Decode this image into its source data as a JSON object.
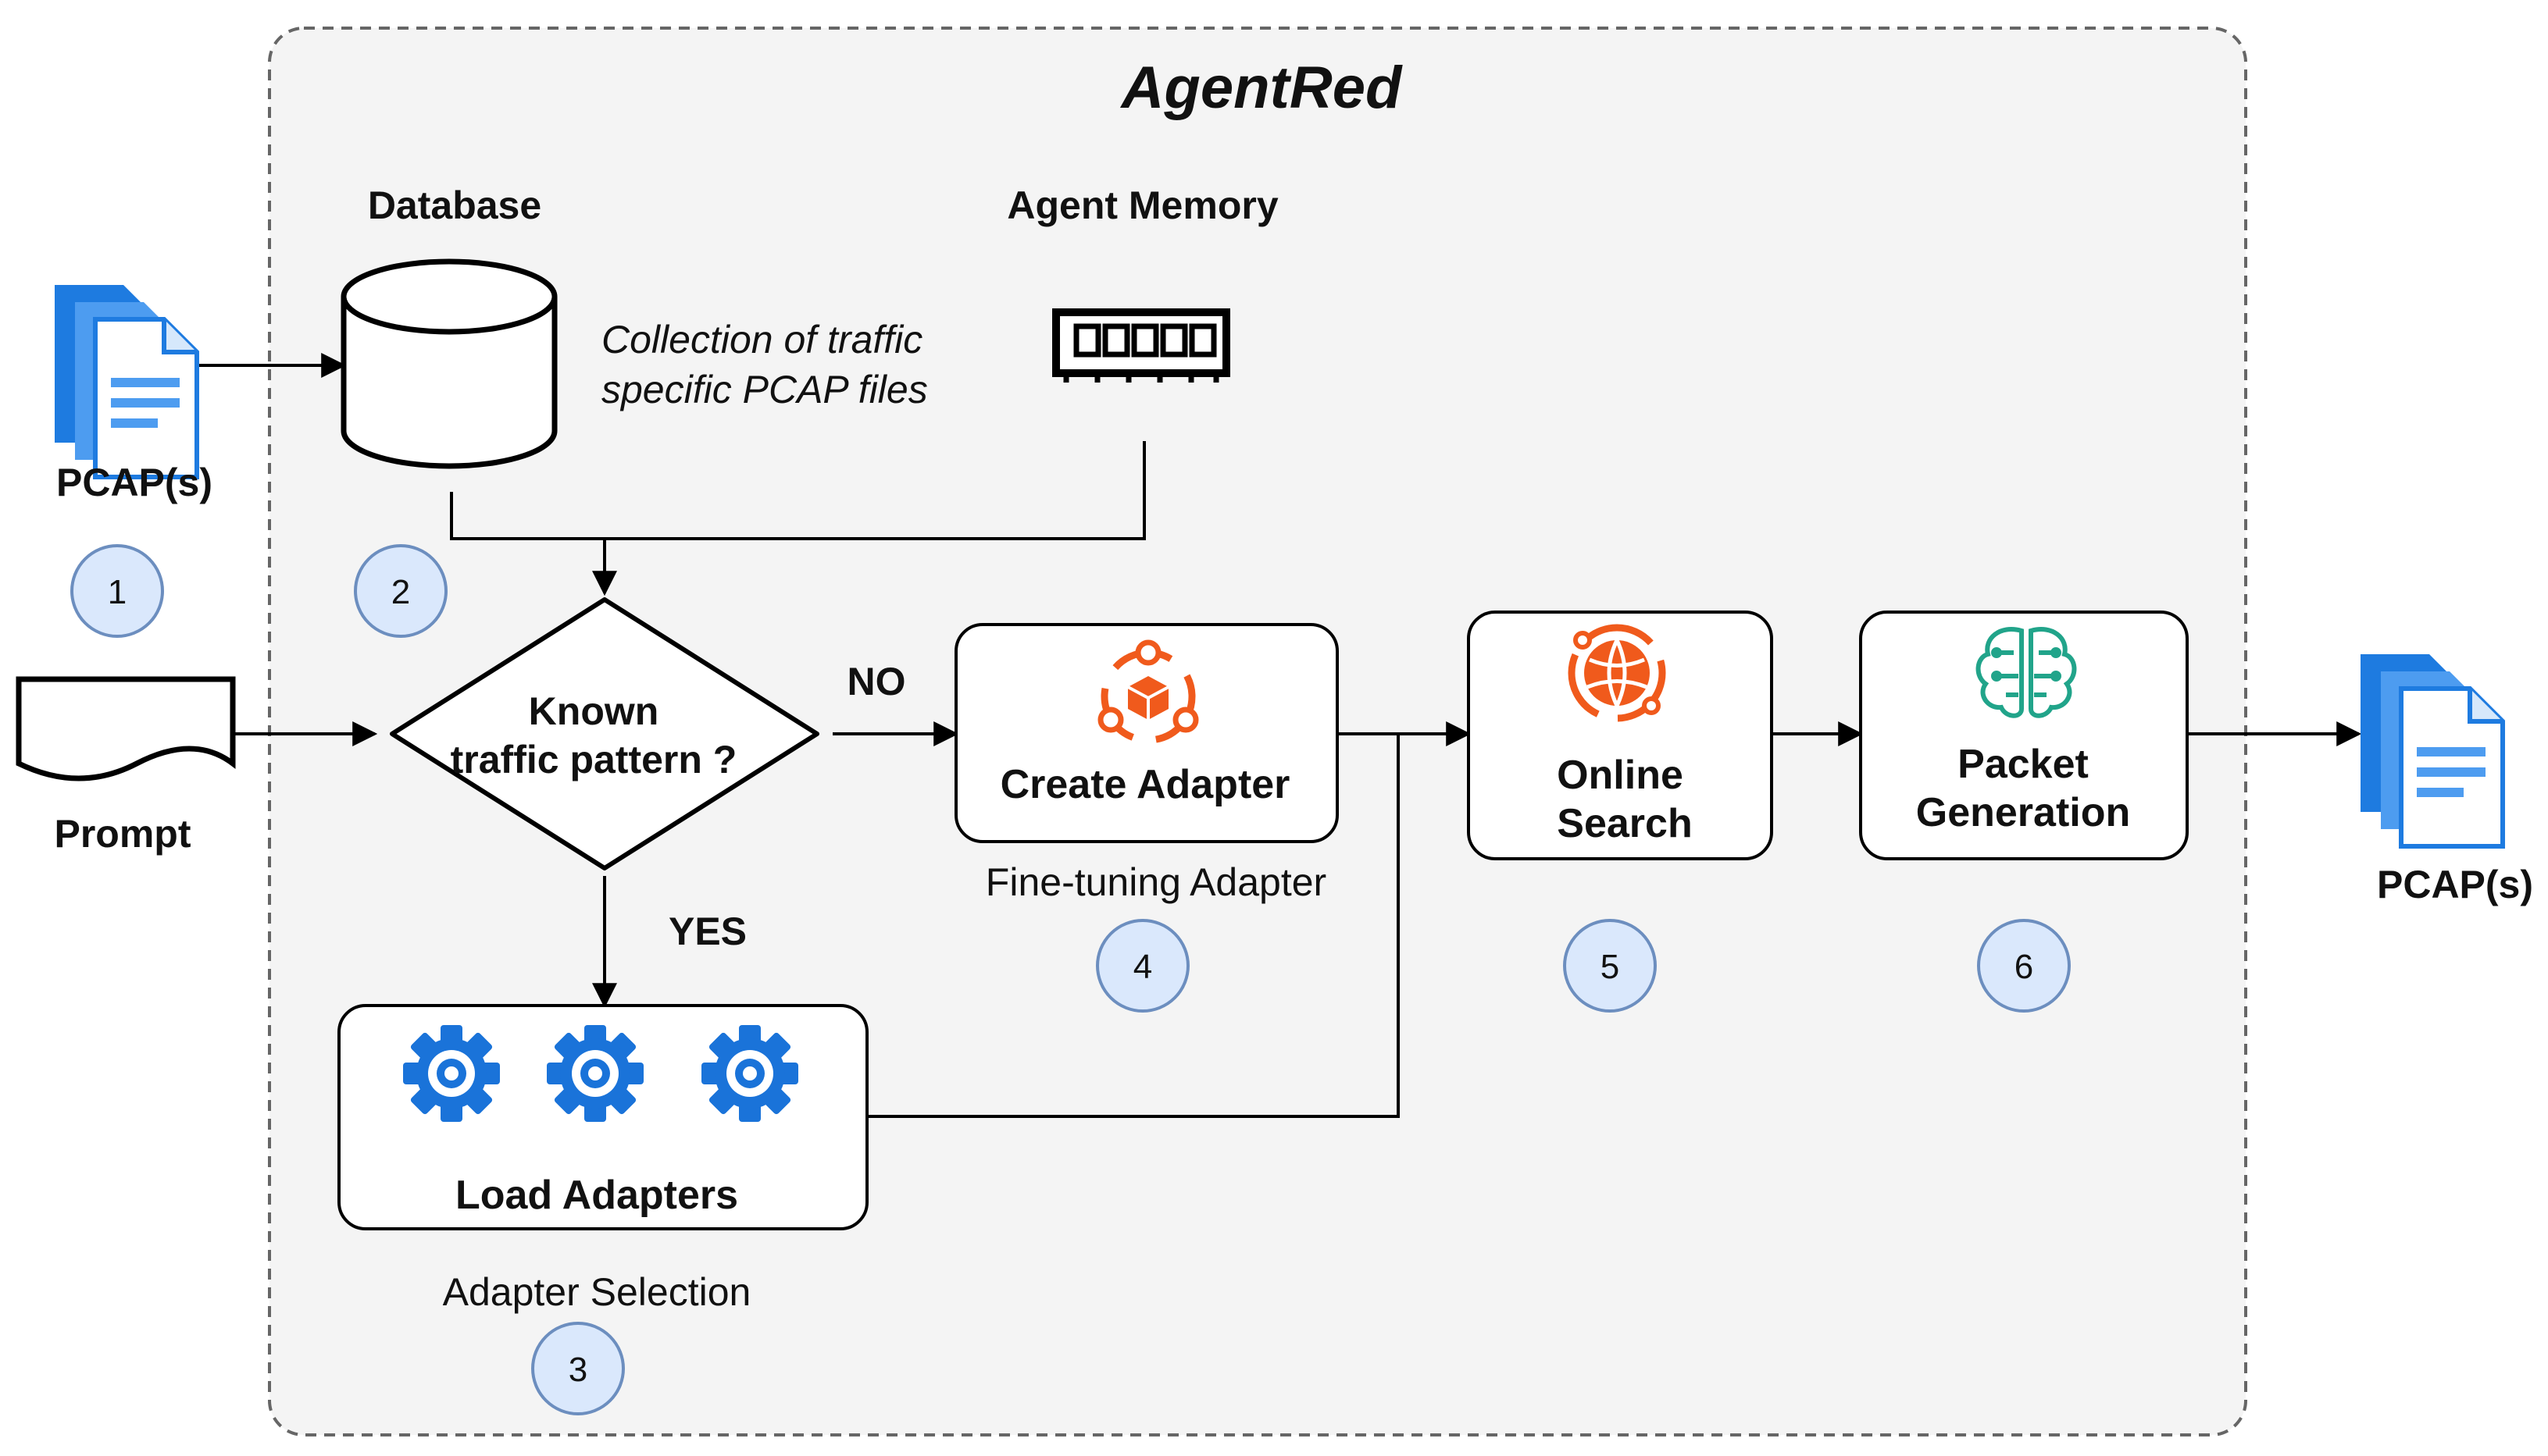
{
  "title": "AgentRed",
  "input": {
    "pcap_label": "PCAP(s)",
    "prompt_label": "Prompt",
    "step": "1"
  },
  "database": {
    "label": "Database",
    "note_line1": "Collection of traffic",
    "note_line2": "specific PCAP files",
    "step": "2"
  },
  "memory": {
    "label": "Agent Memory"
  },
  "decision": {
    "line1": "Known",
    "line2": "traffic pattern ?",
    "no_label": "NO",
    "yes_label": "YES"
  },
  "load_adapters": {
    "label": "Load Adapters",
    "caption": "Adapter Selection",
    "step": "3"
  },
  "create_adapter": {
    "label": "Create Adapter",
    "caption": "Fine-tuning Adapter",
    "step": "4"
  },
  "online_search": {
    "line1": "Online",
    "line2": "Search",
    "step": "5"
  },
  "packet_generation": {
    "line1": "Packet",
    "line2": "Generation",
    "step": "6"
  },
  "output": {
    "pcap_label": "PCAP(s)"
  },
  "colors": {
    "container_bg": "#f4f4f4",
    "container_border": "#666666",
    "step_circle_fill": "#dae8fc",
    "step_circle_stroke": "#6c8ebf",
    "doc_icon_blue": "#1e7be0",
    "gear_blue": "#1a73d9",
    "orange_icon": "#f05a1c",
    "teal_icon": "#21a48a"
  }
}
